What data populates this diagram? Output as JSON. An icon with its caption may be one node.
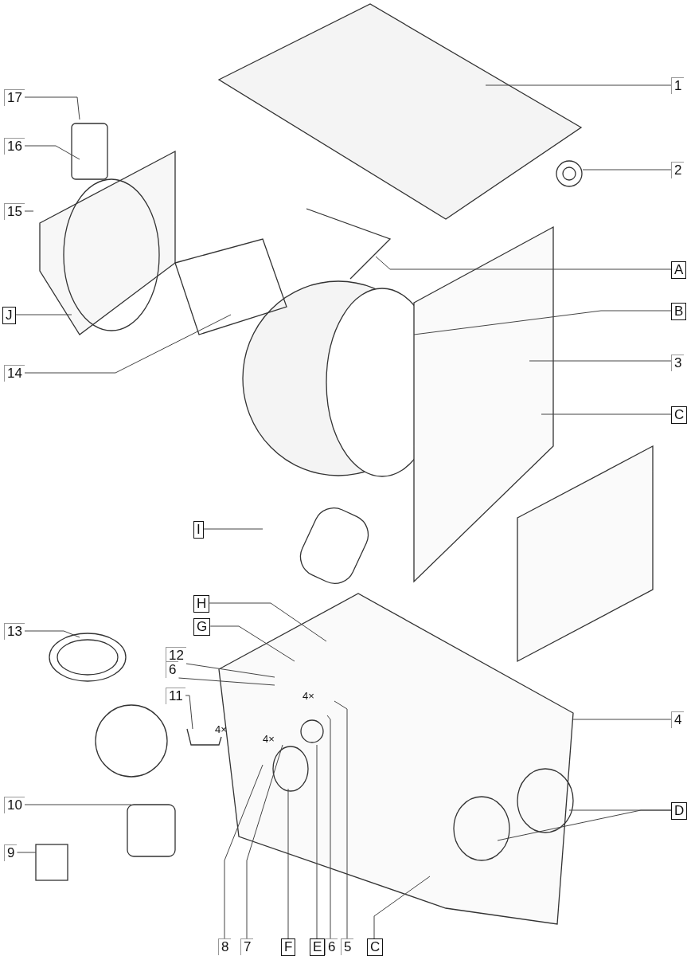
{
  "diagram": {
    "nodes": [
      {
        "text": [
          "1"
        ]
      },
      {
        "text": [
          "2"
        ]
      },
      {
        "text": [
          "A"
        ]
      },
      {
        "text": [
          "B"
        ]
      },
      {
        "text": [
          "3"
        ]
      },
      {
        "text": [
          "C"
        ]
      },
      {
        "text": [
          "4"
        ]
      },
      {
        "text": [
          "D"
        ]
      },
      {
        "text": [
          "17"
        ]
      },
      {
        "text": [
          "16"
        ]
      },
      {
        "text": [
          "15"
        ]
      },
      {
        "text": [
          "J"
        ]
      },
      {
        "text": [
          "14"
        ]
      },
      {
        "text": [
          "I"
        ]
      },
      {
        "text": [
          "H"
        ]
      },
      {
        "text": [
          "G"
        ]
      },
      {
        "text": [
          "12"
        ]
      },
      {
        "text": [
          "6"
        ]
      },
      {
        "text": [
          "11"
        ]
      },
      {
        "text": [
          "13"
        ]
      },
      {
        "text": [
          "10"
        ]
      },
      {
        "text": [
          "9"
        ]
      },
      {
        "text": [
          "8"
        ]
      },
      {
        "text": [
          "7"
        ]
      },
      {
        "text": [
          "F"
        ]
      },
      {
        "text": [
          "E"
        ]
      },
      {
        "text": [
          "6"
        ]
      },
      {
        "text": [
          "5"
        ]
      },
      {
        "text": [
          "C"
        ]
      }
    ],
    "edges": [
      {
        "from": 0,
        "to": null,
        "arrow": "none"
      },
      {
        "from": 1,
        "to": null,
        "arrow": "none"
      },
      {
        "from": 2,
        "to": null,
        "arrow": "none"
      },
      {
        "from": 3,
        "to": null,
        "arrow": "none"
      },
      {
        "from": 4,
        "to": null,
        "arrow": "none"
      },
      {
        "from": 5,
        "to": null,
        "arrow": "none"
      },
      {
        "from": 6,
        "to": null,
        "arrow": "none"
      },
      {
        "from": 7,
        "to": null,
        "arrow": "none"
      },
      {
        "from": 7,
        "to": null,
        "arrow": "none"
      },
      {
        "from": 8,
        "to": null,
        "arrow": "none"
      },
      {
        "from": 9,
        "to": null,
        "arrow": "none"
      },
      {
        "from": 10,
        "to": null,
        "arrow": "none"
      },
      {
        "from": 11,
        "to": null,
        "arrow": "none"
      },
      {
        "from": 12,
        "to": null,
        "arrow": "none"
      },
      {
        "from": 13,
        "to": null,
        "arrow": "none"
      },
      {
        "from": 14,
        "to": null,
        "arrow": "none"
      },
      {
        "from": 15,
        "to": null,
        "arrow": "none"
      },
      {
        "from": 16,
        "to": null,
        "arrow": "none"
      },
      {
        "from": 17,
        "to": null,
        "arrow": "none"
      },
      {
        "from": 18,
        "to": null,
        "arrow": "none"
      },
      {
        "from": 19,
        "to": null,
        "arrow": "none"
      },
      {
        "from": 20,
        "to": null,
        "arrow": "none"
      },
      {
        "from": 21,
        "to": null,
        "arrow": "none"
      },
      {
        "from": 22,
        "to": null,
        "arrow": "none"
      },
      {
        "from": 23,
        "to": null,
        "arrow": "none"
      },
      {
        "from": 24,
        "to": null,
        "arrow": "none"
      },
      {
        "from": 25,
        "to": null,
        "arrow": "none"
      },
      {
        "from": 26,
        "to": null,
        "arrow": "none"
      },
      {
        "from": 27,
        "to": null,
        "arrow": "none"
      },
      {
        "from": 28,
        "to": null,
        "arrow": "none"
      }
    ],
    "labels": [
      "4×",
      "4×",
      "4×"
    ]
  }
}
